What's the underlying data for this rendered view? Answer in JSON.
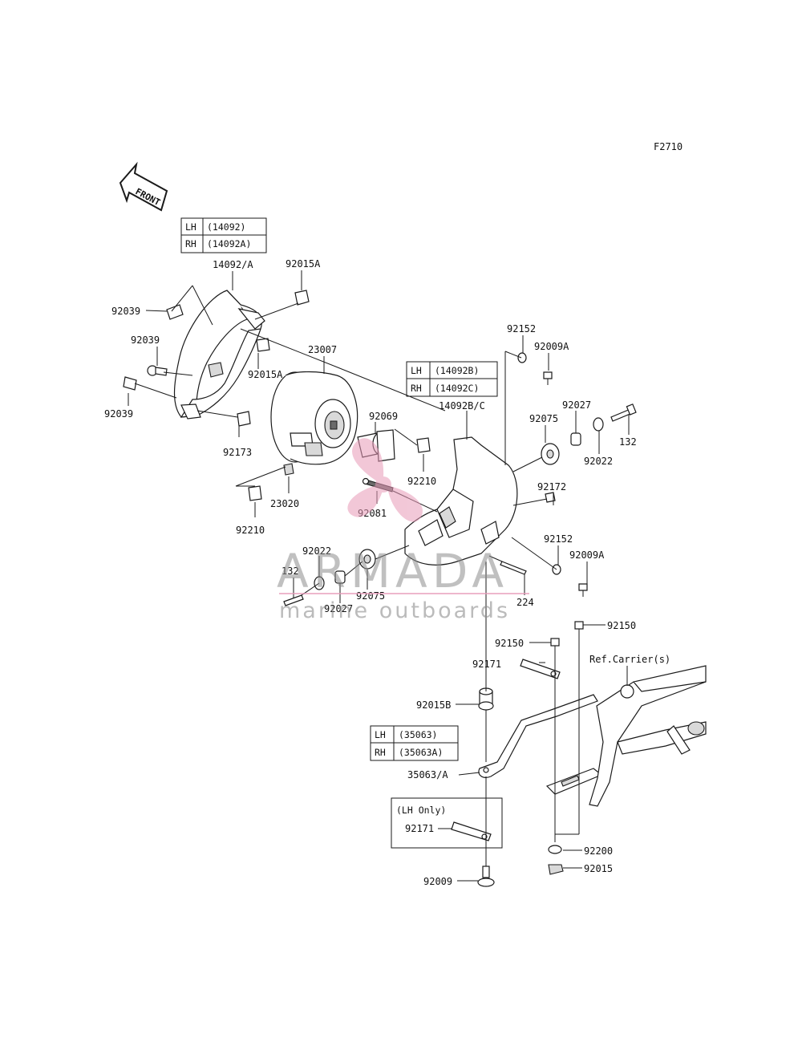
{
  "figure_code": "F2710",
  "front_arrow": "FRONT",
  "tables": {
    "shroud": {
      "rows": [
        {
          "side": "LH",
          "part": "(14092)"
        },
        {
          "side": "RH",
          "part": "(14092A)"
        }
      ]
    },
    "cover": {
      "rows": [
        {
          "side": "LH",
          "part": "(14092B)"
        },
        {
          "side": "RH",
          "part": "(14092C)"
        }
      ]
    },
    "bracket": {
      "rows": [
        {
          "side": "LH",
          "part": "(35063)"
        },
        {
          "side": "RH",
          "part": "(35063A)"
        }
      ]
    }
  },
  "lh_only": {
    "title": "(LH Only)",
    "part": "92171"
  },
  "ref_carrier": "Ref.Carrier(s)",
  "labels": {
    "p14092A": "14092/A",
    "p92015A_1": "92015A",
    "p92039_1": "92039",
    "p92039_2": "92039",
    "p92039_3": "92039",
    "p23007": "23007",
    "p92015A_2": "92015A",
    "p92173": "92173",
    "p23020": "23020",
    "p92210_1": "92210",
    "p92069": "92069",
    "p92210_2": "92210",
    "p92081": "92081",
    "p92152_1": "92152",
    "p92009A_1": "92009A",
    "p14092BC": "14092B/C",
    "p92075_1": "92075",
    "p92027_1": "92027",
    "p132_1": "132",
    "p92022_1": "92022",
    "p92172": "92172",
    "p92152_2": "92152",
    "p92009A_2": "92009A",
    "p224": "224",
    "p92022_2": "92022",
    "p132_2": "132",
    "p92075_2": "92075",
    "p92027_2": "92027",
    "p92150_1": "92150",
    "p92150_2": "92150",
    "p92171": "92171",
    "p92015B": "92015B",
    "p35063A": "35063/A",
    "p92200": "92200",
    "p92015": "92015",
    "p92009": "92009"
  },
  "watermark": {
    "brand": "ARMADA",
    "tagline": "marine outboards"
  },
  "colors": {
    "ink": "#1a1a1a",
    "watermark_pink": "#e89ab8",
    "watermark_gray": "#8e8e8e"
  }
}
